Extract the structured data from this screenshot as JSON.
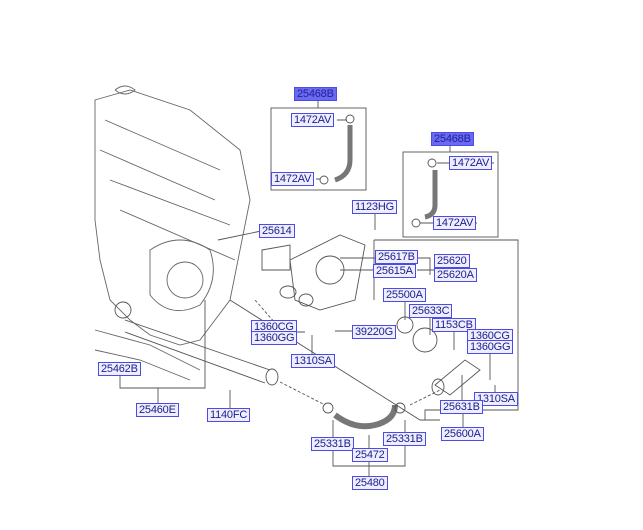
{
  "labels": {
    "grp_upper_left": "25468B",
    "hose_ul_top": "1472AV",
    "hose_ul_bottom": "1472AV",
    "grp_upper_right": "25468B",
    "hose_ur_top": "1472AV",
    "hose_ur_bottom": "1472AV",
    "bolt_1123": "1123HG",
    "gasket_25614": "25614",
    "p25617B": "25617B",
    "p25615A": "25615A",
    "p25620": "25620",
    "p25620A": "25620A",
    "p25500A": "25500A",
    "p25633C": "25633C",
    "p1153CB": "1153CB",
    "r1360CG": "1360CG",
    "r1360GG": "1360GG",
    "l1360CG": "1360CG",
    "l1360GG": "1360GG",
    "sensor": "39220G",
    "l1310SA": "1310SA",
    "r1310SA": "1310SA",
    "p25631B": "25631B",
    "p25600A": "25600A",
    "p25462B": "25462B",
    "p25460E": "25460E",
    "p1140FC": "1140FC",
    "clamp_left": "25331B",
    "clamp_right": "25331B",
    "hose_25472": "25472",
    "assy_25480": "25480"
  },
  "colors": {
    "label_border": "#4b4be6",
    "label_bg": "#eeeeff",
    "highlight_bg": "#6a6af0",
    "line": "#555555"
  }
}
